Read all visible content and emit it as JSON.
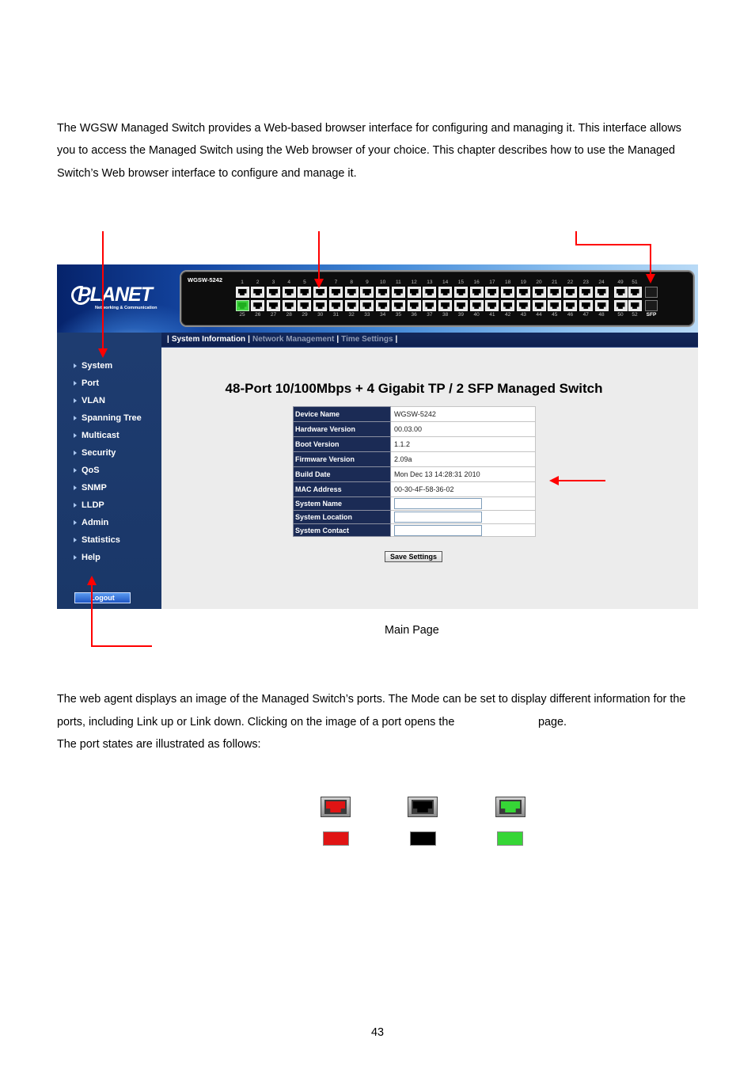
{
  "intro": {
    "lines": [
      "The WGSW Managed Switch provides a Web-based browser interface for configuring and managing it. This interface allows",
      "you to access the Managed Switch using the Web browser of your choice. This chapter describes how to use the Managed",
      "Switch’s Web browser interface to configure and manage it."
    ]
  },
  "screenshot": {
    "logo": {
      "brand": "PLANET",
      "tagline": "Networking & Communication"
    },
    "switch_panel": {
      "model": "WGSW-5242",
      "top_ports": [
        "1",
        "2",
        "3",
        "4",
        "5",
        "6",
        "7",
        "8",
        "9",
        "10",
        "11",
        "12",
        "13",
        "14",
        "15",
        "16",
        "17",
        "18",
        "19",
        "20",
        "21",
        "22",
        "23",
        "24",
        "49",
        "51"
      ],
      "bottom_ports": [
        "25",
        "26",
        "27",
        "28",
        "29",
        "30",
        "31",
        "32",
        "33",
        "34",
        "35",
        "36",
        "37",
        "38",
        "39",
        "40",
        "41",
        "42",
        "43",
        "44",
        "45",
        "46",
        "47",
        "48",
        "50",
        "52"
      ],
      "sfp_label": "SFP",
      "link_up_ports": [
        "25"
      ]
    },
    "menu_bar": {
      "separator": "|",
      "tabs": [
        "System Information",
        "Network Management",
        "Time Settings"
      ],
      "active_index": 0
    },
    "sidebar": {
      "bullet_icon": "triangle-right-icon",
      "items": [
        "System",
        "Port",
        "VLAN",
        "Spanning Tree",
        "Multicast",
        "Security",
        "QoS",
        "SNMP",
        "LLDP",
        "Admin",
        "Statistics",
        "Help"
      ],
      "logout": "Logout"
    },
    "main": {
      "title": "48-Port 10/100Mbps + 4 Gigabit TP / 2 SFP Managed Switch",
      "info_rows": [
        {
          "label": "Device Name",
          "value": "WGSW-5242"
        },
        {
          "label": "Hardware Version",
          "value": "00.03.00"
        },
        {
          "label": "Boot Version",
          "value": "1.1.2"
        },
        {
          "label": "Firmware Version",
          "value": "2.09a"
        },
        {
          "label": "Build Date",
          "value": "Mon Dec 13 14:28:31 2010"
        },
        {
          "label": "MAC Address",
          "value": "00-30-4F-58-36-02"
        },
        {
          "label": "System Name",
          "value": ""
        },
        {
          "label": "System Location",
          "value": ""
        },
        {
          "label": "System Contact",
          "value": ""
        }
      ],
      "save_button": "Save Settings"
    }
  },
  "caption": "Main Page",
  "port_description": {
    "lines": [
      "The web agent displays an image of the Managed Switch’s ports. The Mode can be set to display different information for the",
      "ports, including Link up or Link down. Clicking on the image of a port opens the",
      "The port states are illustrated as follows:"
    ],
    "line2_tail": "page."
  },
  "port_state_legend": {
    "colors": [
      "#e01414",
      "#000000",
      "#36d636"
    ]
  },
  "colors": {
    "annotation_arrow": "#ff0000",
    "sidebar": "#1e3c70",
    "menu_bar": "#13285a",
    "table_label": "#1b2b55",
    "link_up": "#3fd23f"
  },
  "page_number": "43"
}
